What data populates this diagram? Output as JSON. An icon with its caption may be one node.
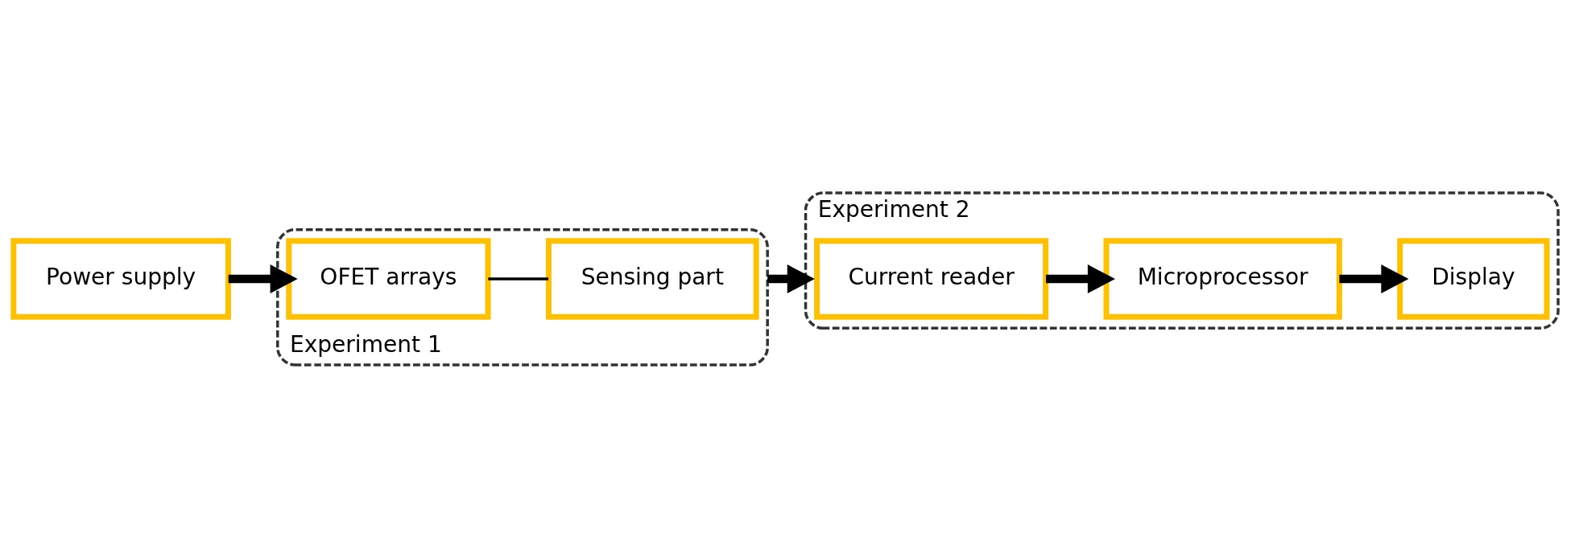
{
  "diagram": {
    "nodes": [
      {
        "text": [
          "Power supply"
        ]
      },
      {
        "text": [
          "Experiment 1"
        ]
      },
      {
        "text": [
          "OFET arrays"
        ],
        "in": 1
      },
      {
        "text": [
          "Sensing part"
        ],
        "in": 1
      },
      {
        "text": [
          "Experiment 2"
        ]
      },
      {
        "text": [
          "Current reader"
        ],
        "in": 4
      },
      {
        "text": [
          "Microprocessor"
        ],
        "in": 4
      },
      {
        "text": [
          "Display"
        ],
        "in": 4
      }
    ],
    "edges": [
      {
        "from": 0,
        "to": 2,
        "arrow": "to"
      },
      {
        "from": 2,
        "to": 3,
        "arrow": "none"
      },
      {
        "from": 1,
        "to": 4,
        "arrow": "to"
      },
      {
        "from": 5,
        "to": 6,
        "arrow": "to"
      },
      {
        "from": 6,
        "to": 7,
        "arrow": "to"
      }
    ]
  }
}
